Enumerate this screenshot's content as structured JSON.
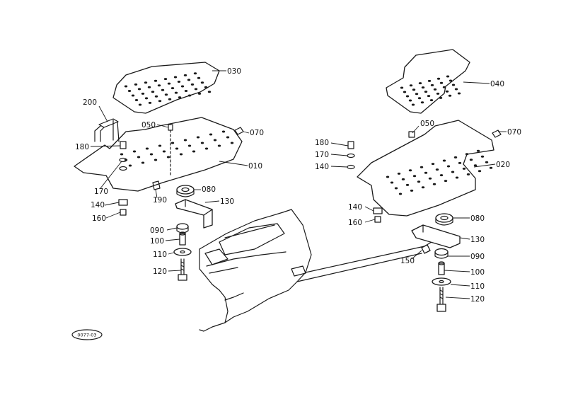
{
  "labels": {
    "p030": "030",
    "p040": "040",
    "p200": "200",
    "p050l": "050",
    "p070l": "070",
    "p180l": "180",
    "p010": "010",
    "p170l": "170",
    "p190": "190",
    "p140l": "140",
    "p160l": "160",
    "p080l": "080",
    "p130l": "130",
    "p090l": "090",
    "p100l": "100",
    "p110l": "110",
    "p120l": "120",
    "p050r": "050",
    "p070r": "070",
    "p180r": "180",
    "p170r": "170",
    "p140r": "140",
    "p020": "020",
    "p140r2": "140",
    "p160r": "160",
    "p080r": "080",
    "p130r": "130",
    "p150": "150",
    "p090r": "090",
    "p100r": "100",
    "p110r": "110",
    "p120r": "120"
  },
  "figure_code": "0077-03"
}
